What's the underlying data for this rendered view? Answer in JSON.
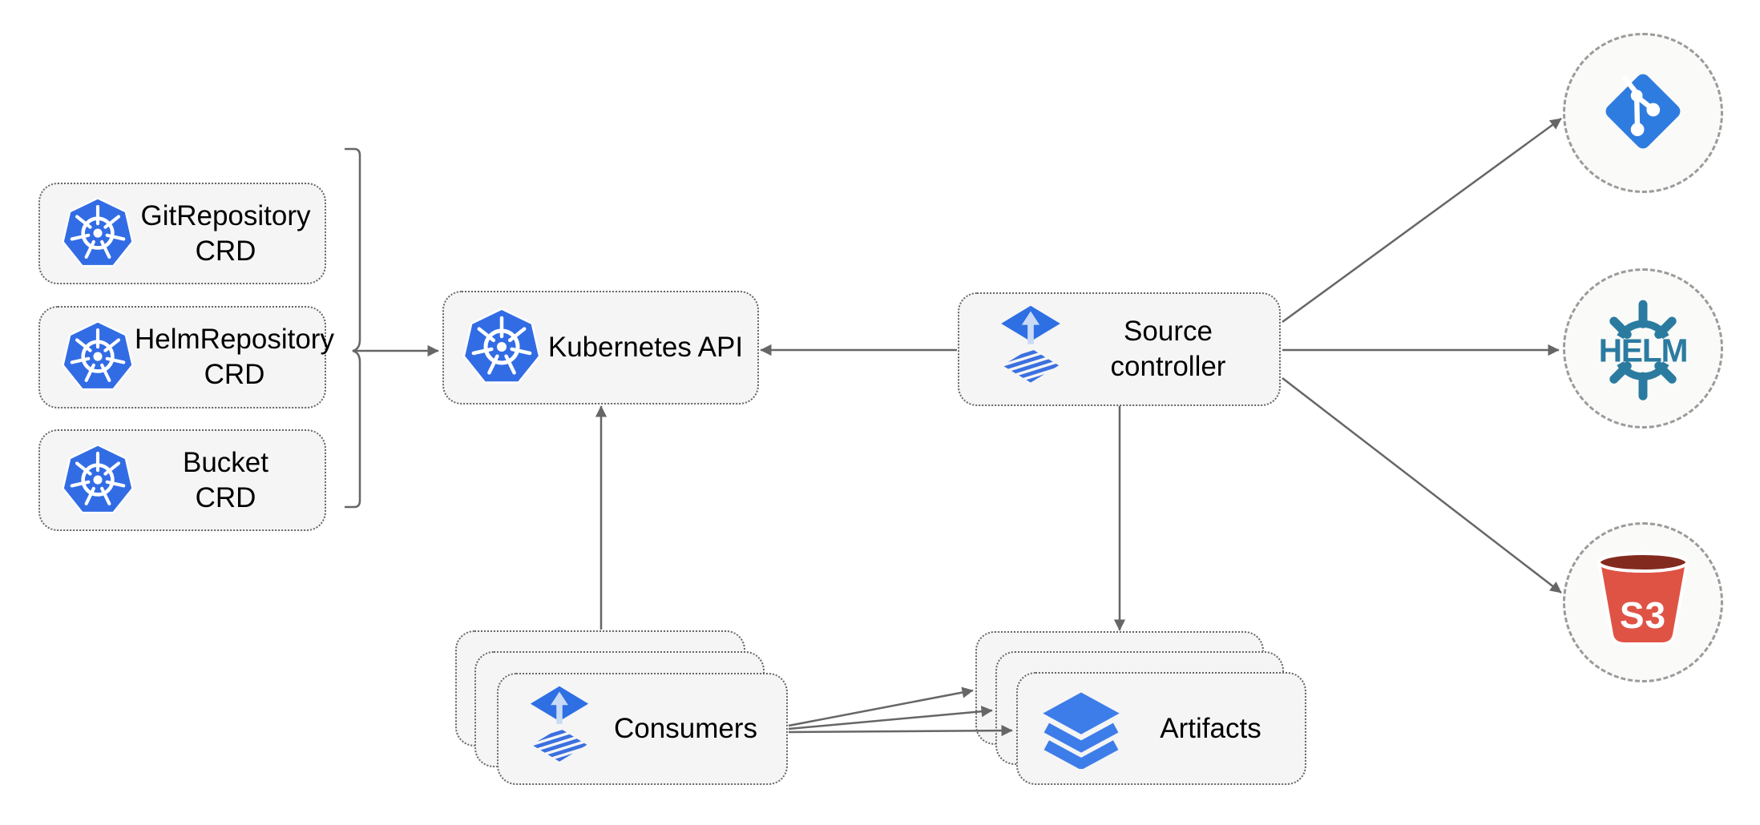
{
  "diagram": {
    "nodes": {
      "crd_git": {
        "line1": "GitRepository",
        "line2": "CRD"
      },
      "crd_helm": {
        "line1": "HelmRepository",
        "line2": "CRD"
      },
      "crd_bucket": {
        "line1": "Bucket",
        "line2": "CRD"
      },
      "kubernetes_api": {
        "label": "Kubernetes API"
      },
      "source_controller": {
        "line1": "Source",
        "line2": "controller"
      },
      "consumers": {
        "label": "Consumers"
      },
      "artifacts": {
        "label": "Artifacts"
      },
      "helm_endpoint": {
        "text": "HELM"
      },
      "s3_endpoint": {
        "text": "S3"
      }
    },
    "icons": {
      "kubernetes": "kubernetes-icon",
      "flux": "flux-icon",
      "layers": "layers-icon",
      "git": "git-icon",
      "helm": "helm-icon",
      "s3": "s3-bucket-icon"
    },
    "colors": {
      "kubernetes_blue": "#326CE5",
      "flux_blue": "#2E6FE3",
      "flux_arrow_light": "#C9DAF6",
      "flux_stripe_blue": "#3B70E0",
      "git_blue": "#2F7CE0",
      "helm_teal": "#2B7BA1",
      "s3_red": "#DF5345",
      "s3_rim_dark": "#832A1E",
      "layers_blue": "#3D7DE9",
      "node_fill": "#F5F5F5",
      "node_border": "#666666",
      "arrow_gray": "#666666",
      "circle_border": "#9B9B9B"
    }
  }
}
